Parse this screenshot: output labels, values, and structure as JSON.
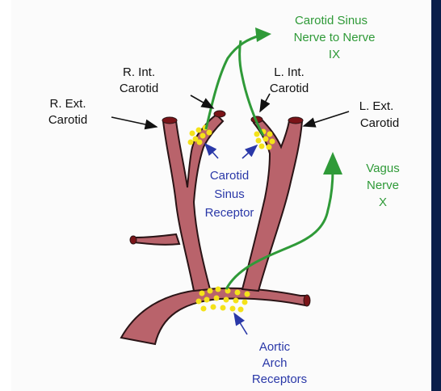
{
  "colors": {
    "artery_fill": "#b9636b",
    "artery_outline": "#2a1416",
    "vessel_cap": "#7a1418",
    "receptor": "#f4e21a",
    "nerve": "#2f9a38",
    "label_black": "#111111",
    "label_blue": "#2a38a8",
    "label_green": "#2f9a38",
    "frame_right": "#0b1f4a"
  },
  "labels": {
    "r_ext": [
      "R. Ext.",
      "Carotid"
    ],
    "r_int": [
      "R. Int.",
      "Carotid"
    ],
    "l_int": [
      "L. Int.",
      "Carotid"
    ],
    "l_ext": [
      "L. Ext.",
      "Carotid"
    ],
    "carotid_nerve": [
      "Carotid Sinus",
      "Nerve to Nerve",
      "IX"
    ],
    "vagus": [
      "Vagus",
      "Nerve",
      "X"
    ],
    "carotid_receptor": [
      "Carotid",
      "Sinus",
      "Receptor"
    ],
    "aortic_receptor": [
      "Aortic",
      "Arch",
      "Receptors"
    ]
  }
}
